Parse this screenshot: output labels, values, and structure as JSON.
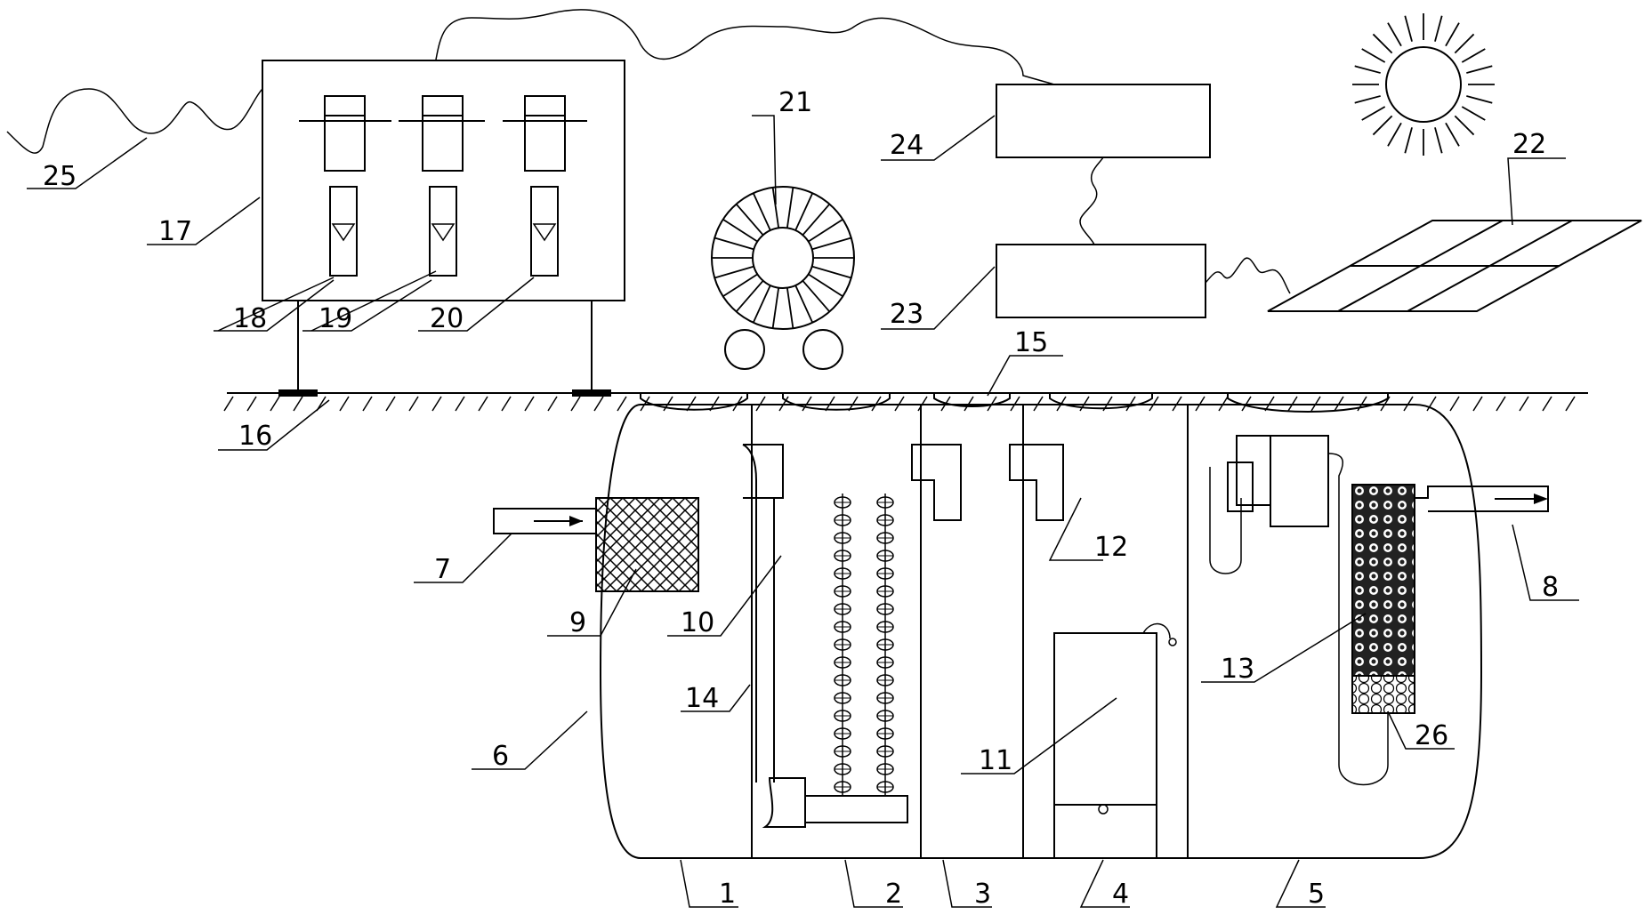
{
  "diagram": {
    "labels": {
      "l1": "1",
      "l2": "2",
      "l3": "3",
      "l4": "4",
      "l5": "5",
      "l6": "6",
      "l7": "7",
      "l8": "8",
      "l9": "9",
      "l10": "10",
      "l11": "11",
      "l12": "12",
      "l13": "13",
      "l14": "14",
      "l15": "15",
      "l16": "16",
      "l17": "17",
      "l18": "18",
      "l19": "19",
      "l20": "20",
      "l21": "21",
      "l22": "22",
      "l23": "23",
      "l24": "24",
      "l25": "25",
      "l26": "26"
    }
  }
}
